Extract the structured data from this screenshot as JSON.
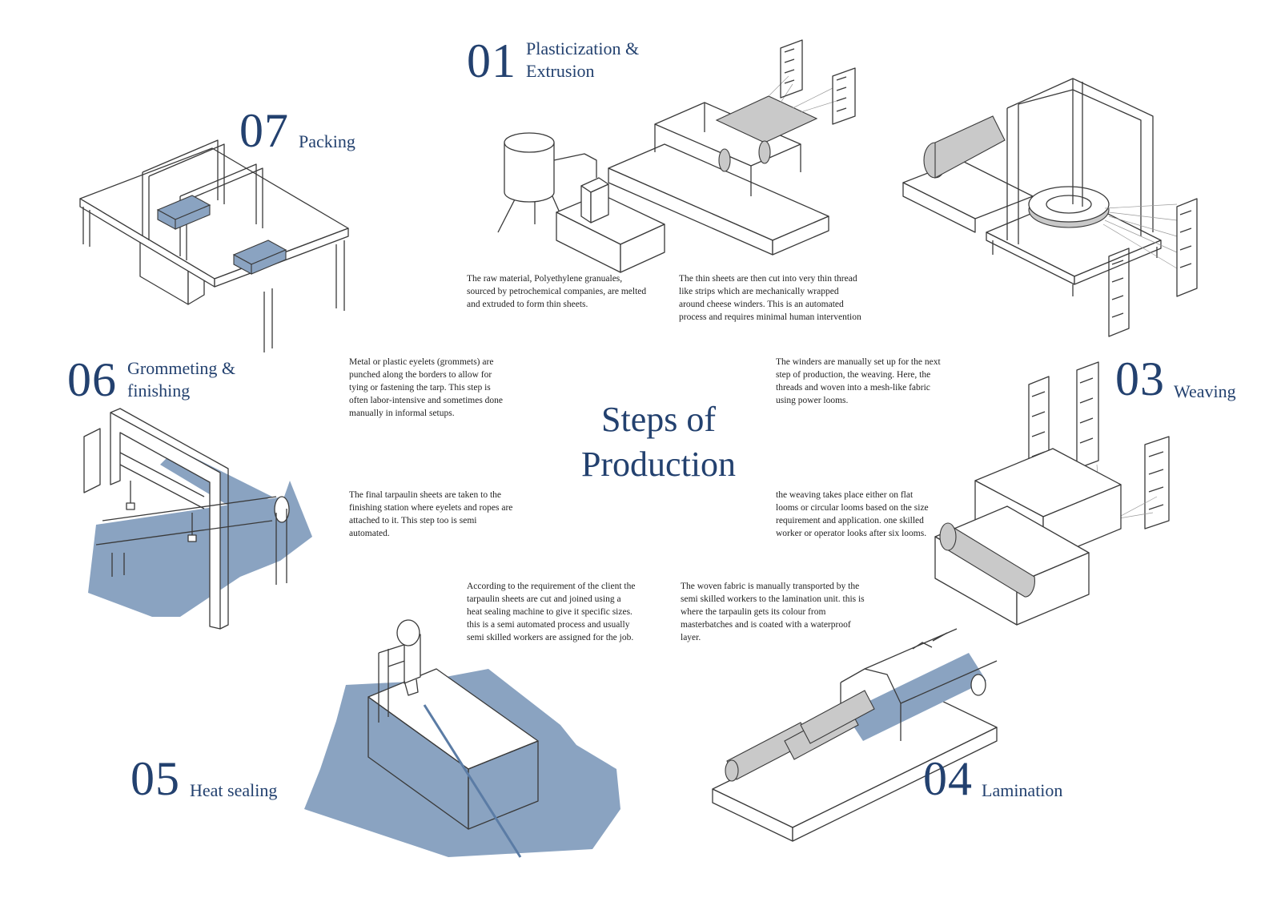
{
  "title": "Steps of\nProduction",
  "steps": [
    {
      "number": "01",
      "title": "Plasticization &\nExtrusion"
    },
    {
      "number": "03",
      "title": "Weaving"
    },
    {
      "number": "04",
      "title": "Lamination"
    },
    {
      "number": "05",
      "title": "Heat sealing"
    },
    {
      "number": "06",
      "title": "Grommeting &\nfinishing"
    },
    {
      "number": "07",
      "title": "Packing"
    }
  ],
  "descriptions": {
    "extrusion": "The raw material, Polyethylene granuales, sourced by petrochemical companies, are melted and extruded to form thin sheets.",
    "cutting": "The thin sheets are then cut into very thin thread like strips which are mechanically wrapped around cheese winders. This is an automated process and requires minimal human intervention",
    "winders": "The winders  are manually set up for the next step of production, the weaving. Here, the threads and woven into a mesh-like fabric using power looms.",
    "looms": "the weaving takes place either on flat looms or circular looms based on the size requirement and application. one skilled worker or operator looks after six looms.",
    "lamination": "The woven fabric is manually transported by the semi skilled workers to the lamination unit. this is where the tarpaulin gets its colour from masterbatches and is coated with a waterproof layer.",
    "heat_sealing": "According to the requirement of the client the tarpaulin sheets are cut and joined using a heat sealing machine to give it specific sizes. this is a semi automated process and usually semi skilled workers are assigned for the job.",
    "grommets": "Metal or plastic eyelets (grommets) are punched along the borders to allow for tying or fastening the tarp. This step is often labor-intensive and sometimes done manually in informal setups.",
    "finishing": "The final tarpaulin sheets are taken to the finishing station where eyelets and ropes are attached to it. This step too is semi automated."
  },
  "colors": {
    "accent": "#23416f",
    "tarp_blue": "#8aa3c1",
    "line": "#3a3a3a"
  }
}
